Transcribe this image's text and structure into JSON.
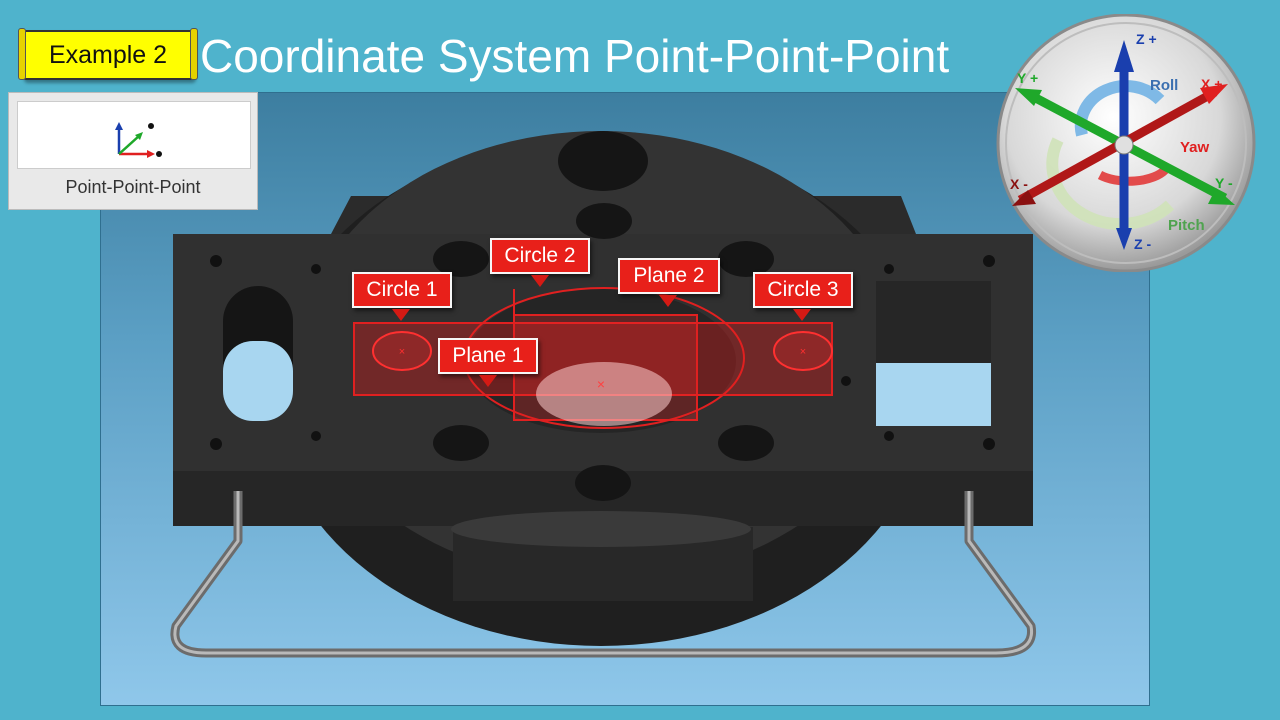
{
  "header": {
    "badge": "Example 2",
    "title": "Coordinate System Point-Point-Point"
  },
  "tool_button": {
    "label": "Point-Point-Point",
    "icon": "point-point-point-icon"
  },
  "callouts": {
    "circle1": "Circle 1",
    "circle2": "Circle 2",
    "circle3": "Circle 3",
    "plane1": "Plane 1",
    "plane2": "Plane 2"
  },
  "gizmo": {
    "z_plus": "Z +",
    "z_minus": "Z -",
    "x_plus": "X +",
    "x_minus": "X -",
    "y_plus": "Y +",
    "y_minus": "Y -",
    "roll": "Roll",
    "yaw": "Yaw",
    "pitch": "Pitch"
  },
  "colors": {
    "background": "#4fb3cc",
    "badge": "#ffff00",
    "callout": "#e8201a",
    "x_axis": "#e8201a",
    "y_axis": "#1fa82a",
    "z_axis": "#1a3fae"
  }
}
